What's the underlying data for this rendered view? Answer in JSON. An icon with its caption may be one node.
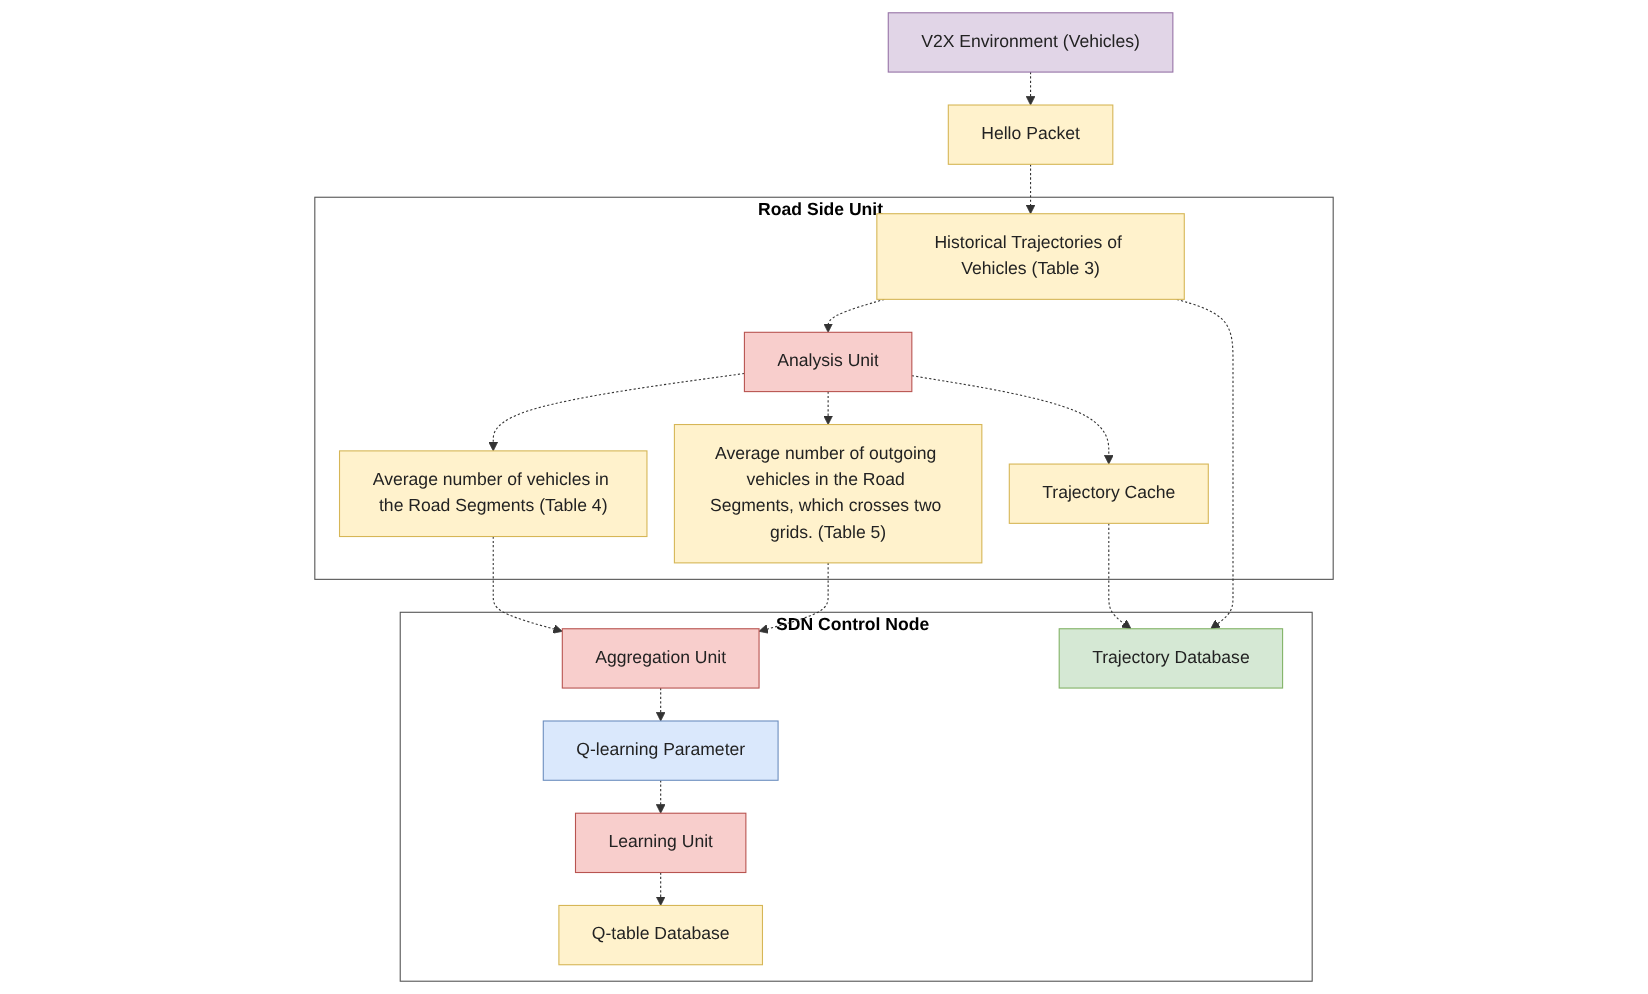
{
  "diagram": {
    "nodes": [
      {
        "text": [
          "V2X Environment (Vehicles)"
        ]
      },
      {
        "text": [
          "Hello Packet"
        ]
      },
      {
        "text": [
          "SDN Control Node"
        ]
      },
      {
        "text": [
          "Q-table Database"
        ],
        "in": 2
      },
      {
        "text": [
          "Learning Unit"
        ],
        "in": 2
      },
      {
        "text": [
          "Q-learning Parameter"
        ],
        "in": 2
      },
      {
        "text": [
          "Aggregation Unit"
        ],
        "in": 2
      },
      {
        "text": [
          "Trajectory Database"
        ],
        "in": 2
      },
      {
        "text": [
          "Road Side Unit"
        ]
      },
      {
        "text": [
          "Historical Trajectories of Vehicles (Table 3)"
        ],
        "in": 8
      },
      {
        "text": [
          "Analysis Unit"
        ],
        "in": 8
      },
      {
        "text": [
          "Average number of vehicles in the Road Segments (Table 4)"
        ],
        "in": 8
      },
      {
        "text": [
          "Average number of outgoing vehicles in the Road Segments, which crosses two grids. (Table 5)"
        ],
        "in": 8
      },
      {
        "text": [
          "Trajectory Cache"
        ],
        "in": 8
      }
    ],
    "edges": [
      {
        "from": 0,
        "to": 1,
        "arrow": "to",
        "style": "dashed"
      },
      {
        "from": 1,
        "to": 9,
        "arrow": "to",
        "style": "dashed"
      },
      {
        "from": 9,
        "to": 10,
        "arrow": "to",
        "style": "dashed"
      },
      {
        "from": 10,
        "to": 11,
        "arrow": "to",
        "style": "dashed"
      },
      {
        "from": 10,
        "to": 12,
        "arrow": "to",
        "style": "dashed"
      },
      {
        "from": 10,
        "to": 13,
        "arrow": "to",
        "style": "dashed"
      },
      {
        "from": 11,
        "to": 6,
        "arrow": "to",
        "style": "dashed"
      },
      {
        "from": 12,
        "to": 6,
        "arrow": "to",
        "style": "dashed"
      },
      {
        "from": 6,
        "to": 5,
        "arrow": "to",
        "style": "dashed"
      },
      {
        "from": 5,
        "to": 4,
        "arrow": "to",
        "style": "dashed"
      },
      {
        "from": 4,
        "to": 3,
        "arrow": "to",
        "style": "dashed"
      },
      {
        "from": 9,
        "to": 7,
        "arrow": "to",
        "style": "dashed"
      },
      {
        "from": 13,
        "to": 7,
        "arrow": "to",
        "style": "dashed"
      }
    ]
  }
}
